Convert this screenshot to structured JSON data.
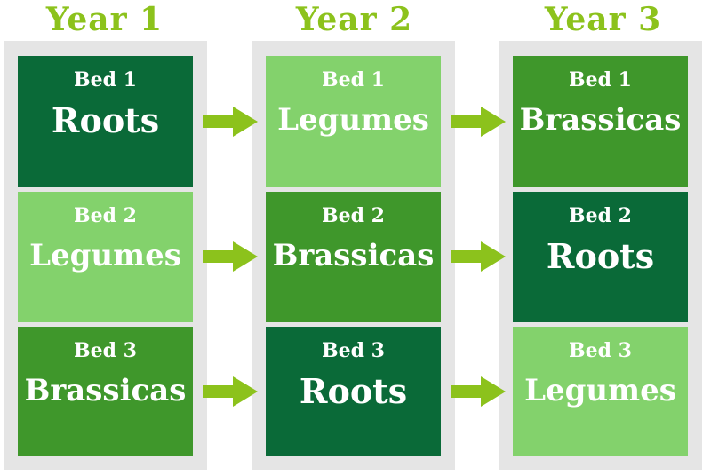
{
  "years": [
    {
      "title": "Year 1",
      "beds": [
        {
          "label": "Bed 1",
          "crop": "Roots"
        },
        {
          "label": "Bed 2",
          "crop": "Legumes"
        },
        {
          "label": "Bed 3",
          "crop": "Brassicas"
        }
      ]
    },
    {
      "title": "Year 2",
      "beds": [
        {
          "label": "Bed 1",
          "crop": "Legumes"
        },
        {
          "label": "Bed 2",
          "crop": "Brassicas"
        },
        {
          "label": "Bed 3",
          "crop": "Roots"
        }
      ]
    },
    {
      "title": "Year 3",
      "beds": [
        {
          "label": "Bed 1",
          "crop": "Brassicas"
        },
        {
          "label": "Bed 2",
          "crop": "Roots"
        },
        {
          "label": "Bed 3",
          "crop": "Legumes"
        }
      ]
    }
  ],
  "colors": {
    "title": "#8cc21c",
    "arrow": "#8cc21c",
    "roots": "#0a6a38",
    "legumes": "#83d26c",
    "brassicas": "#3f972b",
    "frame": "#e5e5e5"
  }
}
